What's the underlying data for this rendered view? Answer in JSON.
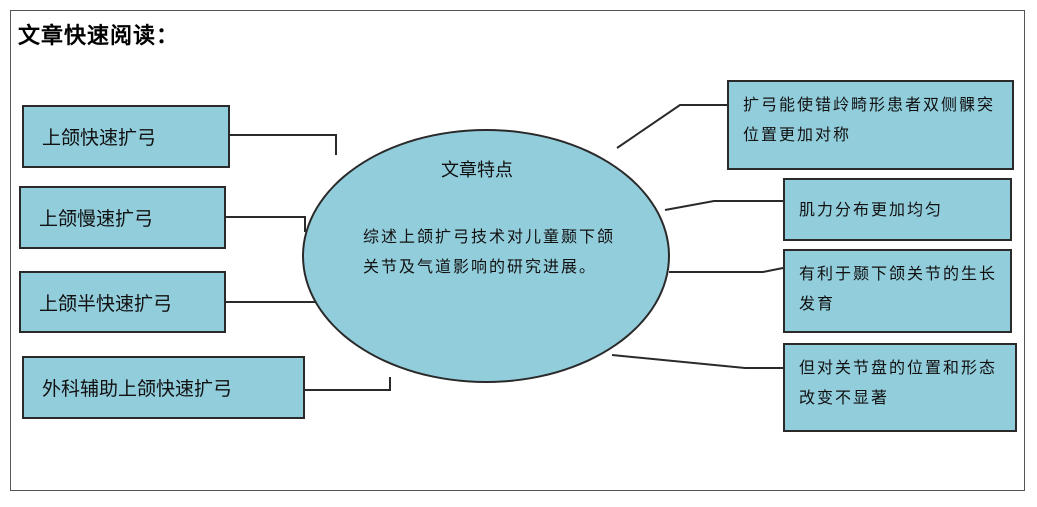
{
  "heading": "文章快速阅读：",
  "center": {
    "title": "文章特点",
    "body": "综述上颌扩弓技术对儿童颞下颌关节及气道影响的研究进展。"
  },
  "left_boxes": [
    {
      "label": "上颌快速扩弓"
    },
    {
      "label": "上颌慢速扩弓"
    },
    {
      "label": "上颌半快速扩弓"
    },
    {
      "label": "外科辅助上颌快速扩弓"
    }
  ],
  "right_boxes": [
    {
      "label": "扩弓能使错㱓畸形患者双侧髁突位置更加对称"
    },
    {
      "label": "肌力分布更加均匀"
    },
    {
      "label": "有利于颞下颌关节的生长发育"
    },
    {
      "label": "但对关节盘的位置和形态改变不显著"
    }
  ],
  "colors": {
    "fill": "#92cddc",
    "stroke": "#2a2a2a"
  }
}
